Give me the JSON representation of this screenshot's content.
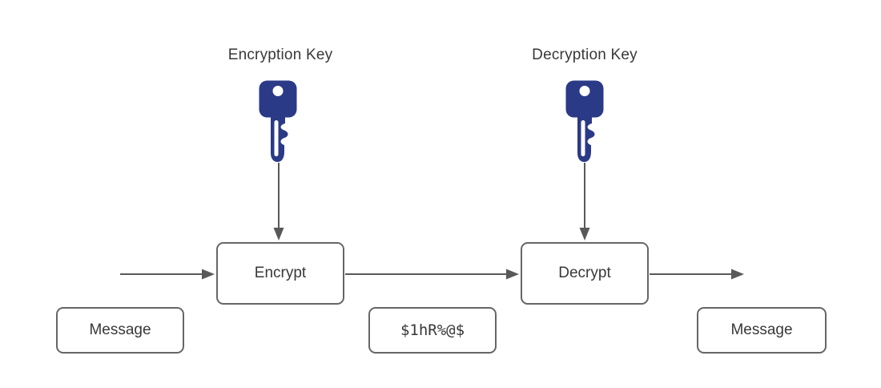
{
  "diagram": {
    "labels": {
      "encryption_key": "Encryption Key",
      "decryption_key": "Decryption Key"
    },
    "nodes": {
      "encrypt": "Encrypt",
      "decrypt": "Decrypt",
      "message_left": "Message",
      "ciphertext": "$1hR%@$",
      "message_right": "Message"
    },
    "icons": {
      "encryption_key_icon": "key-icon",
      "decryption_key_icon": "key-icon"
    },
    "colors": {
      "key_fill": "#2b3a87",
      "line": "#595959",
      "box_border": "#666666",
      "text": "#383838",
      "background": "#ffffff"
    }
  }
}
